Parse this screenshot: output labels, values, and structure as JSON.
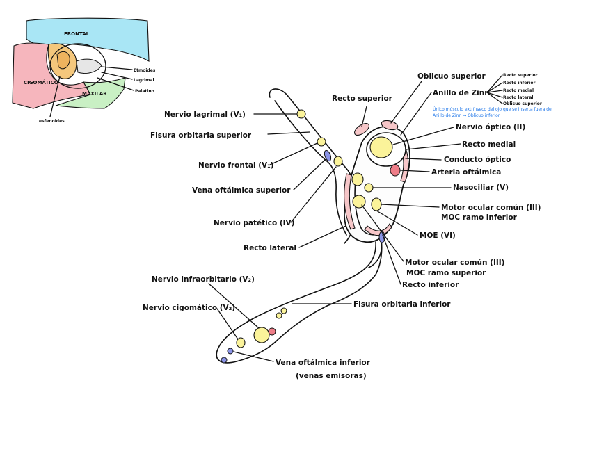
{
  "inset": {
    "frontal": "FRONTAL",
    "cigomatico": "CIGOMÁTICO",
    "maxilar": "MAXILAR",
    "esfenoides": "esfenoides",
    "etmoides": "Etmoides",
    "lagrimal": "Lagrimal",
    "palatino": "Palatino"
  },
  "labels": {
    "nervio_lagrimal": "Nervio lagrimal (V₁)",
    "fisura_orbitaria_superior": "Fisura orbitaria superior",
    "nervio_frontal": "Nervio frontal (V₁)",
    "vena_oftalmica_superior": "Vena oftálmica superior",
    "nervio_patetico": "Nervio patético (IV)",
    "recto_lateral": "Recto lateral",
    "recto_superior": "Recto superior",
    "oblicuo_superior": "Oblicuo superior",
    "anillo_zinn": "Anillo de Zinn",
    "nervio_optico": "Nervio óptico (II)",
    "recto_medial": "Recto medial",
    "conducto_optico": "Conducto óptico",
    "arteria_oftalmica": "Arteria oftálmica",
    "nasociliar": "Nasociliar (V)",
    "motor_ocular_comun_inf": "Motor ocular común (III)",
    "moc_ramo_inferior": "MOC ramo inferior",
    "moe": "MOE (VI)",
    "motor_ocular_comun_sup": "Motor ocular común (III)",
    "moc_ramo_superior": "MOC ramo superior",
    "recto_inferior": "Recto inferior",
    "fisura_orbitaria_inferior": "Fisura orbitaria inferior",
    "nervio_infraorbitario": "Nervio infraorbitario (V₂)",
    "nervio_cigomatico": "Nervio cigomático (V₂)",
    "vena_oftalmica_inferior": "Vena oftálmica inferior",
    "venas_emisoras": "(venas emisoras)"
  },
  "zinn_list": [
    "Recto superior",
    "Recto inferior",
    "Recto medial",
    "Recto lateral",
    "Oblicuo superior"
  ],
  "note": {
    "line1": "Único músculo extrínseco del ojo que se inserta fuera del",
    "line2": "Anillo de Zinn → Oblicuo inferior."
  },
  "colors": {
    "nerve": "#fbf39a",
    "vein": "#8a93e6",
    "artery": "#ee7d88",
    "muscle": "#f6c6c8",
    "note": "#1a73e8"
  }
}
